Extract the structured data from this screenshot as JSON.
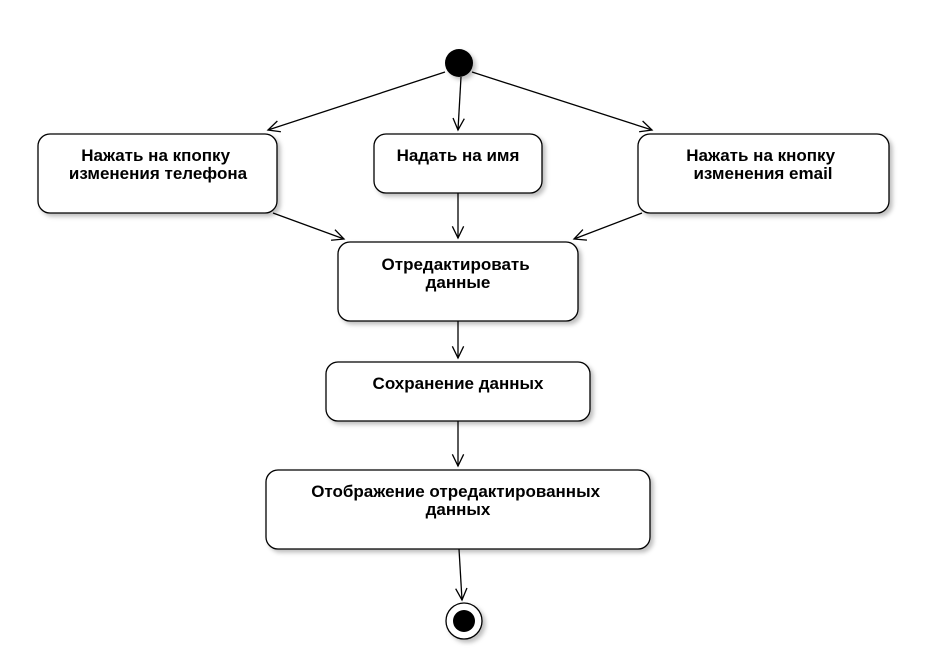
{
  "diagram": {
    "type": "uml-activity",
    "start_node": "initial",
    "end_node": "final",
    "actions": [
      {
        "id": "phone",
        "lines": [
          "Нажать на кпопку",
          "изменения телефона"
        ]
      },
      {
        "id": "name",
        "lines": [
          "Надать на имя"
        ]
      },
      {
        "id": "email",
        "lines": [
          "Нажать на кнопку",
          "изменения email"
        ]
      },
      {
        "id": "edit",
        "lines": [
          "Отредактировать",
          "данные"
        ]
      },
      {
        "id": "save",
        "lines": [
          "Сохранение данных"
        ]
      },
      {
        "id": "display",
        "lines": [
          "Отображение отредактированных",
          "данных"
        ]
      }
    ],
    "flows": [
      [
        "initial",
        "phone"
      ],
      [
        "initial",
        "name"
      ],
      [
        "initial",
        "email"
      ],
      [
        "phone",
        "edit"
      ],
      [
        "name",
        "edit"
      ],
      [
        "email",
        "edit"
      ],
      [
        "edit",
        "save"
      ],
      [
        "save",
        "display"
      ],
      [
        "display",
        "final"
      ]
    ],
    "colors": {
      "stroke": "#000000",
      "fill": "#ffffff",
      "token": "#000000"
    }
  }
}
